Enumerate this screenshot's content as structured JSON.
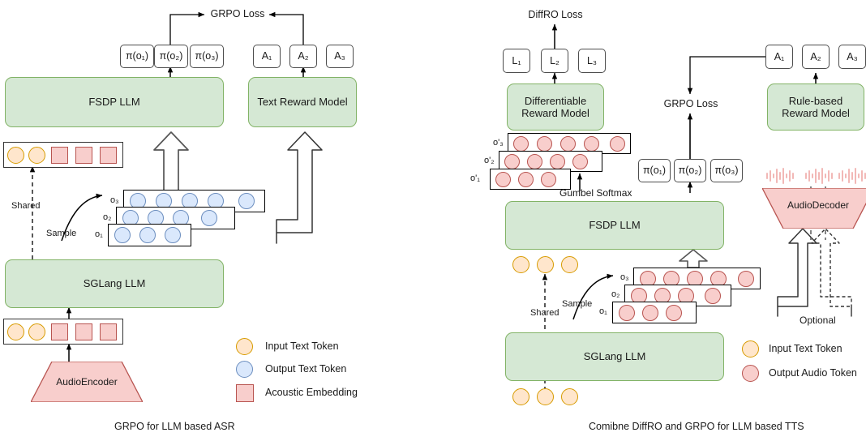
{
  "figure": {
    "left_caption": "GRPO for LLM based ASR",
    "right_caption": "Comibne DiffRO and GRPO for LLM based TTS"
  },
  "colors": {
    "green_fill": "#d5e8d4",
    "green_stroke": "#82b366",
    "red_fill": "#f8cecc",
    "red_stroke": "#b85450",
    "orange_fill": "#ffe6cc",
    "orange_stroke": "#d79b00",
    "blue_fill": "#dae8fc",
    "blue_stroke": "#6c8ebf",
    "line": "#000000"
  },
  "left_panel": {
    "loss_label": "GRPO Loss",
    "policy_boxes": [
      "π(o₁)",
      "π(o₂)",
      "π(o₃)"
    ],
    "advantage_boxes": [
      "A₁",
      "A₂",
      "A₃"
    ],
    "fsdp_label": "FSDP LLM",
    "reward_model_label": "Text Reward Model",
    "sglang_label": "SGLang LLM",
    "audio_encoder_label": "AudioEncoder",
    "shared_label": "Shared",
    "sample_label": "Sample",
    "output_rows": [
      {
        "name": "o₁",
        "count": 3
      },
      {
        "name": "o₂",
        "count": 4
      },
      {
        "name": "o₃",
        "count": 5
      }
    ],
    "top_sequence": {
      "input_text_tokens": 2,
      "acoustic_embeddings": 3
    },
    "bottom_sequence": {
      "input_text_tokens": 2,
      "acoustic_embeddings": 3
    },
    "legend": [
      {
        "shape": "circle",
        "color": "#ffe6cc",
        "label": "Input Text Token"
      },
      {
        "shape": "circle",
        "color": "#dae8fc",
        "label": "Output Text Token"
      },
      {
        "shape": "square",
        "color": "#f8cecc",
        "label": "Acoustic Embedding"
      }
    ]
  },
  "right_panel": {
    "diffro_loss_label": "DiffRO Loss",
    "grpo_loss_label": "GRPO Loss",
    "l_boxes": [
      "L₁",
      "L₂",
      "L₃"
    ],
    "policy_boxes": [
      "π(o₁)",
      "π(o₂)",
      "π(o₃)"
    ],
    "advantage_boxes": [
      "A₁",
      "A₂",
      "A₃"
    ],
    "diff_reward_model_label": "Differentiable\nReward Model",
    "diff_reward_model_line1": "Differentiable",
    "diff_reward_model_line2": "Reward Model",
    "rule_reward_model_line1": "Rule-based",
    "rule_reward_model_line2": "Reward Model",
    "fsdp_label": "FSDP LLM",
    "sglang_label": "SGLang LLM",
    "audio_decoder_label": "AudioDecoder",
    "gumbel_label": "Gumbel Softmax",
    "optional_label": "Optional",
    "shared_label": "Shared",
    "sample_label": "Sample",
    "soft_rows": [
      {
        "name": "o'₁",
        "count": 3
      },
      {
        "name": "o'₂",
        "count": 4
      },
      {
        "name": "o'₃",
        "count": 5
      }
    ],
    "output_rows": [
      {
        "name": "o₁",
        "count": 3
      },
      {
        "name": "o₂",
        "count": 4
      },
      {
        "name": "o₃",
        "count": 5
      }
    ],
    "mid_input_tokens": 3,
    "bottom_input_tokens": 3,
    "waveform_count": 3,
    "legend": [
      {
        "shape": "circle",
        "color": "#ffe6cc",
        "label": "Input Text Token"
      },
      {
        "shape": "circle",
        "color": "#f8cecc",
        "label": "Output Audio Token"
      }
    ]
  }
}
